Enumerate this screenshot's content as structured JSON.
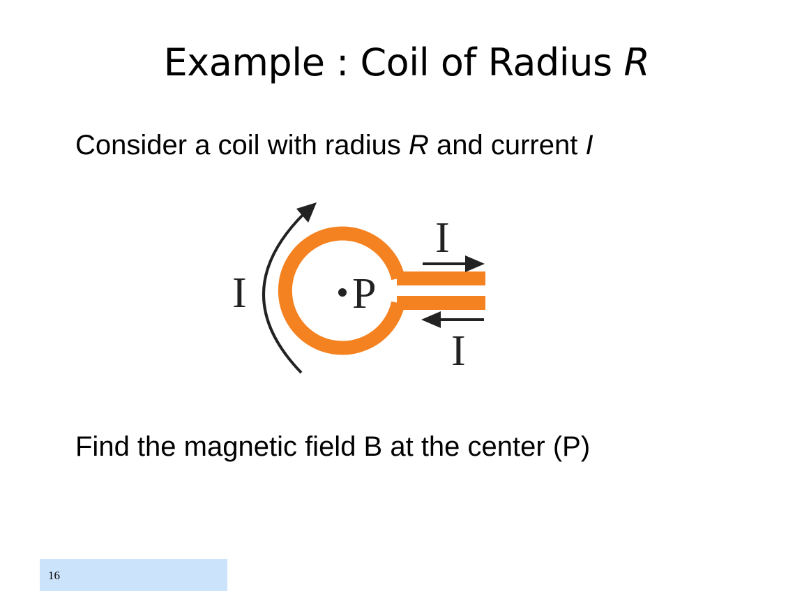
{
  "slide": {
    "title_prefix": "Example : Coil of Radius ",
    "title_var": "R",
    "bullet1": {
      "part1": "Consider a coil with radius ",
      "var1": "R",
      "part2": " and current ",
      "var2": "I"
    },
    "bullet2": "Find the magnetic field B at the center (P)",
    "slide_number": "16"
  },
  "figure": {
    "label_current_loop": "I",
    "label_current_top": "I",
    "label_current_bottom": "I",
    "label_center": "P",
    "colors": {
      "coil": "#f58220",
      "ink": "#222222",
      "slide_number_background": "#cce4fb"
    }
  }
}
